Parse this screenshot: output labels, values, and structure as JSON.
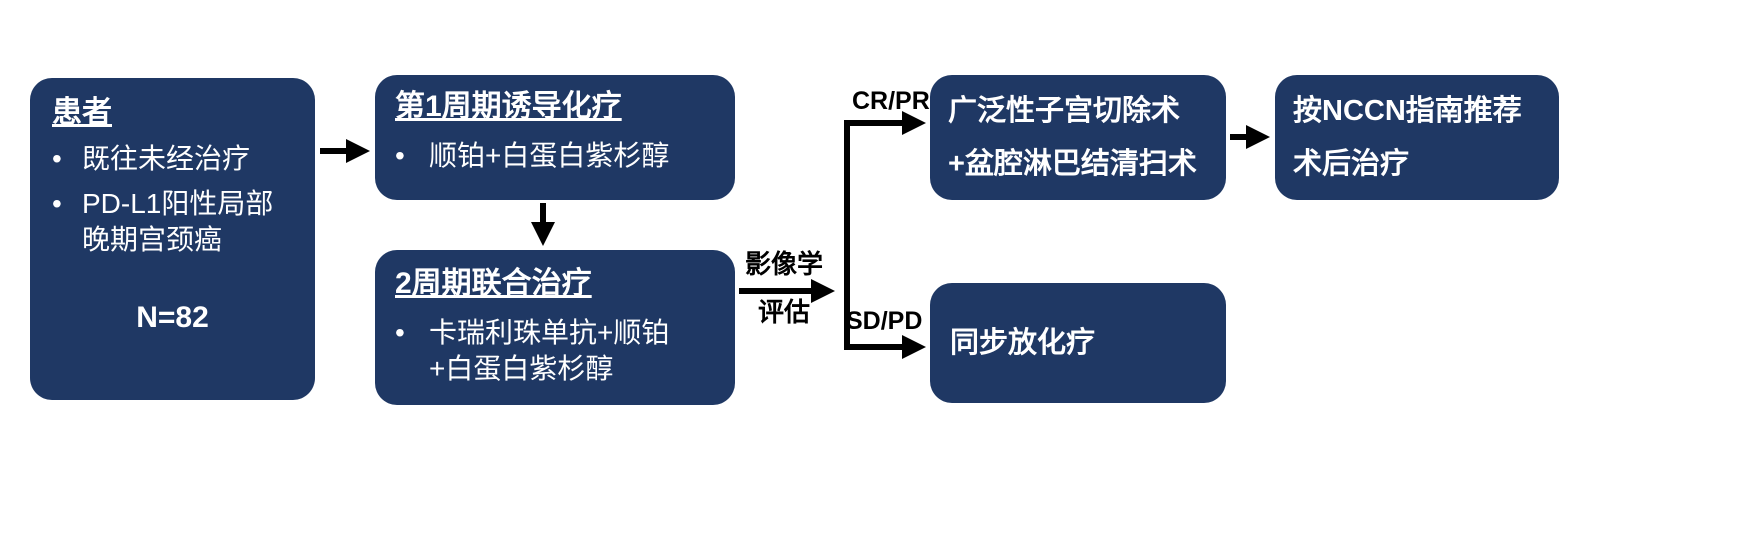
{
  "colors": {
    "box_bg": "#1F3864",
    "box_text": "#FFFFFF",
    "arrow": "#000000",
    "label": "#000000",
    "background": "#FFFFFF"
  },
  "bullet_char": "•",
  "boxes": {
    "patients": {
      "title": "患者",
      "bullets": [
        "既往未经治疗",
        "PD-L1阳性局部晚期宫颈癌"
      ],
      "n_label": "N=82"
    },
    "induction": {
      "title": "第1周期诱导化疗",
      "bullets": [
        "顺铂+白蛋白紫杉醇"
      ]
    },
    "combination": {
      "title": "2周期联合治疗",
      "bullets": [
        "卡瑞利珠单抗+顺铂+白蛋白紫杉醇"
      ]
    },
    "surgery": {
      "text": "广泛性子宫切除术+盆腔淋巴结清扫术"
    },
    "concurrent_crt": {
      "text": "同步放化疗"
    },
    "nccn": {
      "text": "按NCCN指南推荐术后治疗"
    }
  },
  "labels": {
    "imaging_assessment_line1": "影像学",
    "imaging_assessment_line2": "评估",
    "cr_pr": "CR/PR",
    "sd_pd": "SD/PD"
  }
}
